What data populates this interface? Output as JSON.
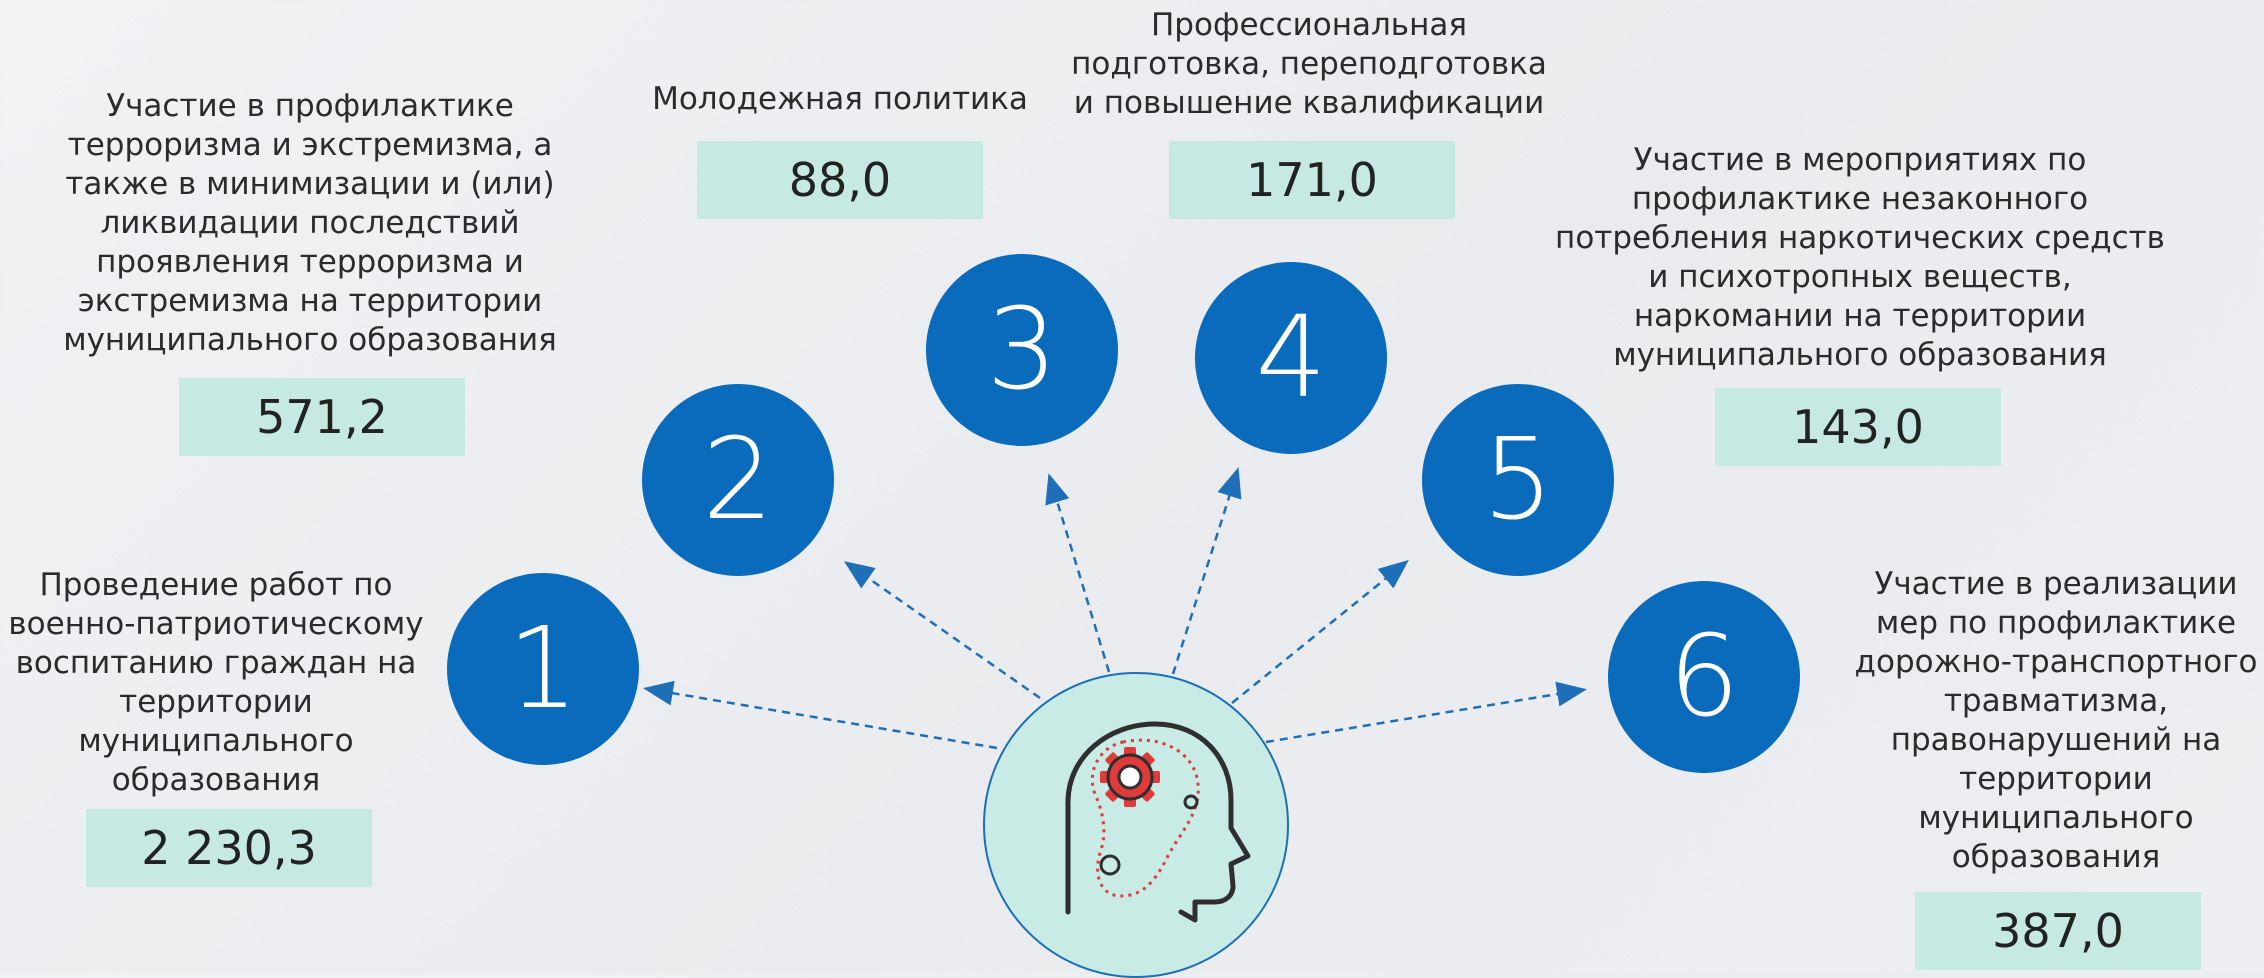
{
  "colors": {
    "circle": "#0a6bbd",
    "value_box": "#c6e9e3",
    "arrow": "#1f6fb8",
    "head_line": "#2f2f2f",
    "gear": "#e03a3a"
  },
  "items": [
    {
      "number": "1",
      "label": "Проведение работ по\nвоенно-патриотическому\nвоспитанию граждан на\nтерритории\nмуниципального\nобразования",
      "value": "2 230,3"
    },
    {
      "number": "2",
      "label": "Участие в профилактике\nтерроризма и экстремизма, а\nтакже в минимизации и (или)\nликвидации последствий\nпроявления терроризма и\nэкстремизма на территории\nмуниципального образования",
      "value": "571,2"
    },
    {
      "number": "3",
      "label": "Молодежная политика",
      "value": "88,0"
    },
    {
      "number": "4",
      "label": "Профессиональная\nподготовка, переподготовка\nи повышение квалификации",
      "value": "171,0"
    },
    {
      "number": "5",
      "label": "Участие в мероприятиях по\nпрофилактике незаконного\nпотребления наркотических средств\nи психотропных веществ,\nнаркомании на территории\nмуниципального образования",
      "value": "143,0"
    },
    {
      "number": "6",
      "label": "Участие в реализации\nмер по профилактике\nдорожно-транспортного\nтравматизма,\nправонарушений на\nтерритории\nмуниципального\nобразования",
      "value": "387,0"
    }
  ],
  "center_icon": "head-with-gear-icon"
}
